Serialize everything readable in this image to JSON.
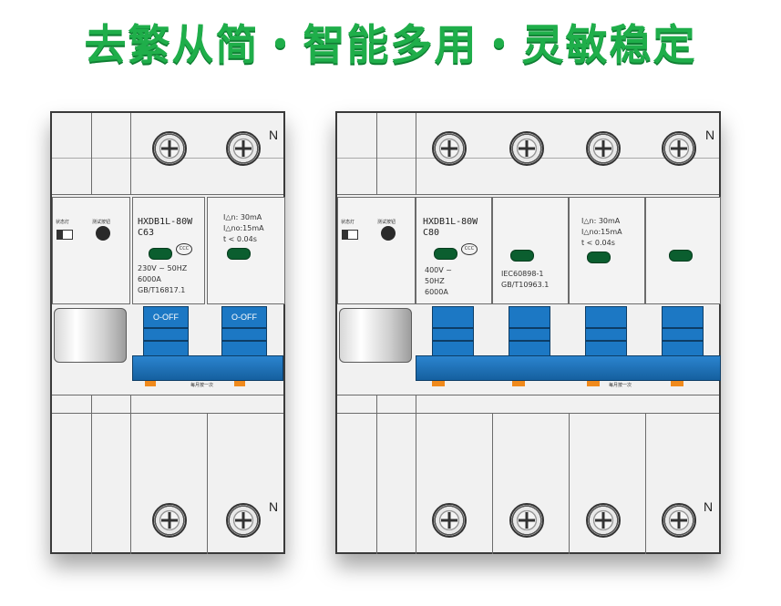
{
  "headline": "去繁从简・智能多用・灵敏稳定",
  "left_breaker": {
    "neutral_top": "N",
    "neutral_bottom": "N",
    "indicator_label": "状态灯",
    "test_label": "测试按钮",
    "model": "HXDB1L-80W",
    "rating": "C63",
    "voltage": "230V ~ 50HZ",
    "breaking": "6000A",
    "standard": "GB/T16817.1",
    "leak_line1": "I△n: 30mA",
    "leak_line2": "I△no:15mA",
    "leak_line3": "t <  0.04s",
    "handle_left": "O-OFF",
    "handle_right": "O-OFF",
    "rail_text": "每月按一次",
    "ccc": "CCC"
  },
  "right_breaker": {
    "neutral_top": "N",
    "neutral_bottom": "N",
    "indicator_label": "状态灯",
    "test_label": "测试按钮",
    "model": "HXDB1L-80W",
    "rating": "C80",
    "voltage": "400V ~",
    "frequency": "50HZ",
    "breaking": "6000A",
    "std1": "IEC60898-1",
    "std2": "GB/T10963.1",
    "leak_line1": "I△n: 30mA",
    "leak_line2": "I△no:15mA",
    "leak_line3": "t <  0.04s",
    "rail_text": "每月按一次",
    "ccc": "CCC"
  },
  "colors": {
    "headline": "#1fae4a",
    "handle": "#1c78c4",
    "led": "#0b5e2f",
    "orange": "#f08a1c"
  }
}
